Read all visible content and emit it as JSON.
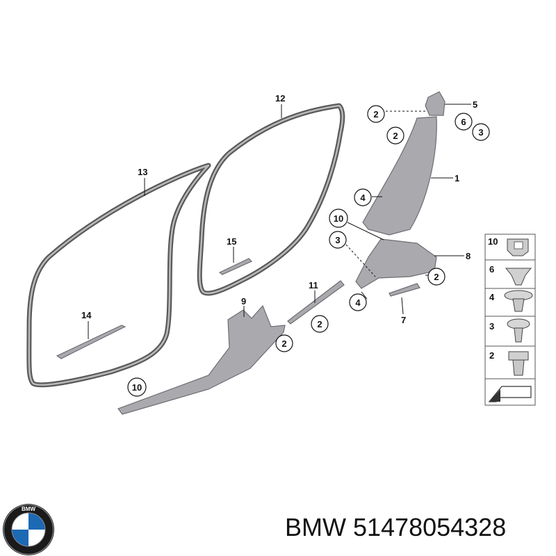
{
  "diagram": {
    "callouts": [
      {
        "id": "c12",
        "text": "12",
        "circled": false
      },
      {
        "id": "c13",
        "text": "13",
        "circled": false
      },
      {
        "id": "c14",
        "text": "14",
        "circled": false
      },
      {
        "id": "c15",
        "text": "15",
        "circled": false
      },
      {
        "id": "c9",
        "text": "9",
        "circled": false
      },
      {
        "id": "c11",
        "text": "11",
        "circled": false
      },
      {
        "id": "c10a",
        "text": "10",
        "circled": true
      },
      {
        "id": "c2a",
        "text": "2",
        "circled": true
      },
      {
        "id": "c2b",
        "text": "2",
        "circled": true
      },
      {
        "id": "c5",
        "text": "5",
        "circled": false
      },
      {
        "id": "c6",
        "text": "6",
        "circled": true
      },
      {
        "id": "c3a",
        "text": "3",
        "circled": true
      },
      {
        "id": "c2c",
        "text": "2",
        "circled": true
      },
      {
        "id": "c1",
        "text": "1",
        "circled": false
      },
      {
        "id": "c4a",
        "text": "4",
        "circled": true
      },
      {
        "id": "c10b",
        "text": "10",
        "circled": true
      },
      {
        "id": "c3b",
        "text": "3",
        "circled": true
      },
      {
        "id": "c8",
        "text": "8",
        "circled": false
      },
      {
        "id": "c2d",
        "text": "2",
        "circled": true
      },
      {
        "id": "c4b",
        "text": "4",
        "circled": true
      },
      {
        "id": "c7",
        "text": "7",
        "circled": false
      },
      {
        "id": "c2e",
        "text": "2",
        "circled": true
      },
      {
        "id": "c2f",
        "text": "2",
        "circled": true
      }
    ],
    "legend": [
      "10",
      "6",
      "4",
      "3",
      "2"
    ]
  },
  "footer": {
    "brand_logo": "BMW",
    "caption": "BMW 51478054328"
  },
  "colors": {
    "seal": "#5a5a5a",
    "trim": "#a9a9ae",
    "logo_blue": "#1c69b4",
    "logo_ring": "#1a1a1a"
  }
}
